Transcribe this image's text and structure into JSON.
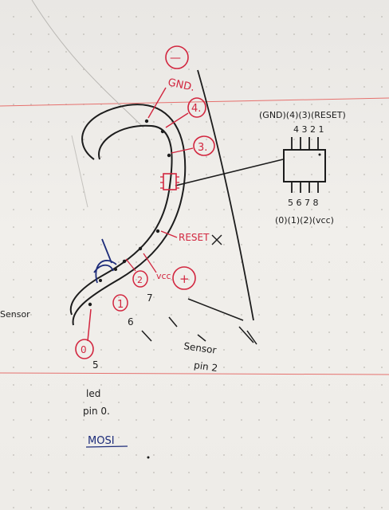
{
  "sketch": {
    "ear_labels": {
      "minus": "—",
      "gnd": "GND.",
      "four": "4.",
      "three": "3.",
      "reset": "RESET",
      "two": "2",
      "vcc": "vcc",
      "plus": "+",
      "one": "1",
      "zero": "0"
    },
    "chip": {
      "top_label": "(GND)(4)(3)(RESET)",
      "top_pins": "4 3 2 1",
      "bottom_pins": "5 6 7 8",
      "bottom_label": "(0)(1)(2)(vcc)"
    },
    "notes": {
      "sensor_pin": "Sensor\npin 2",
      "led_pin": "led\npin 0.",
      "mosi": "MOSI",
      "sensor_left": "Sensor",
      "num_seven": "7",
      "num_six": "6",
      "num_five": "5"
    },
    "colors": {
      "red_ink": "#d2263f",
      "black_ink": "#1c1c1c",
      "blue_ink": "#1d2c7a",
      "red_rule": "#e6716e"
    }
  }
}
